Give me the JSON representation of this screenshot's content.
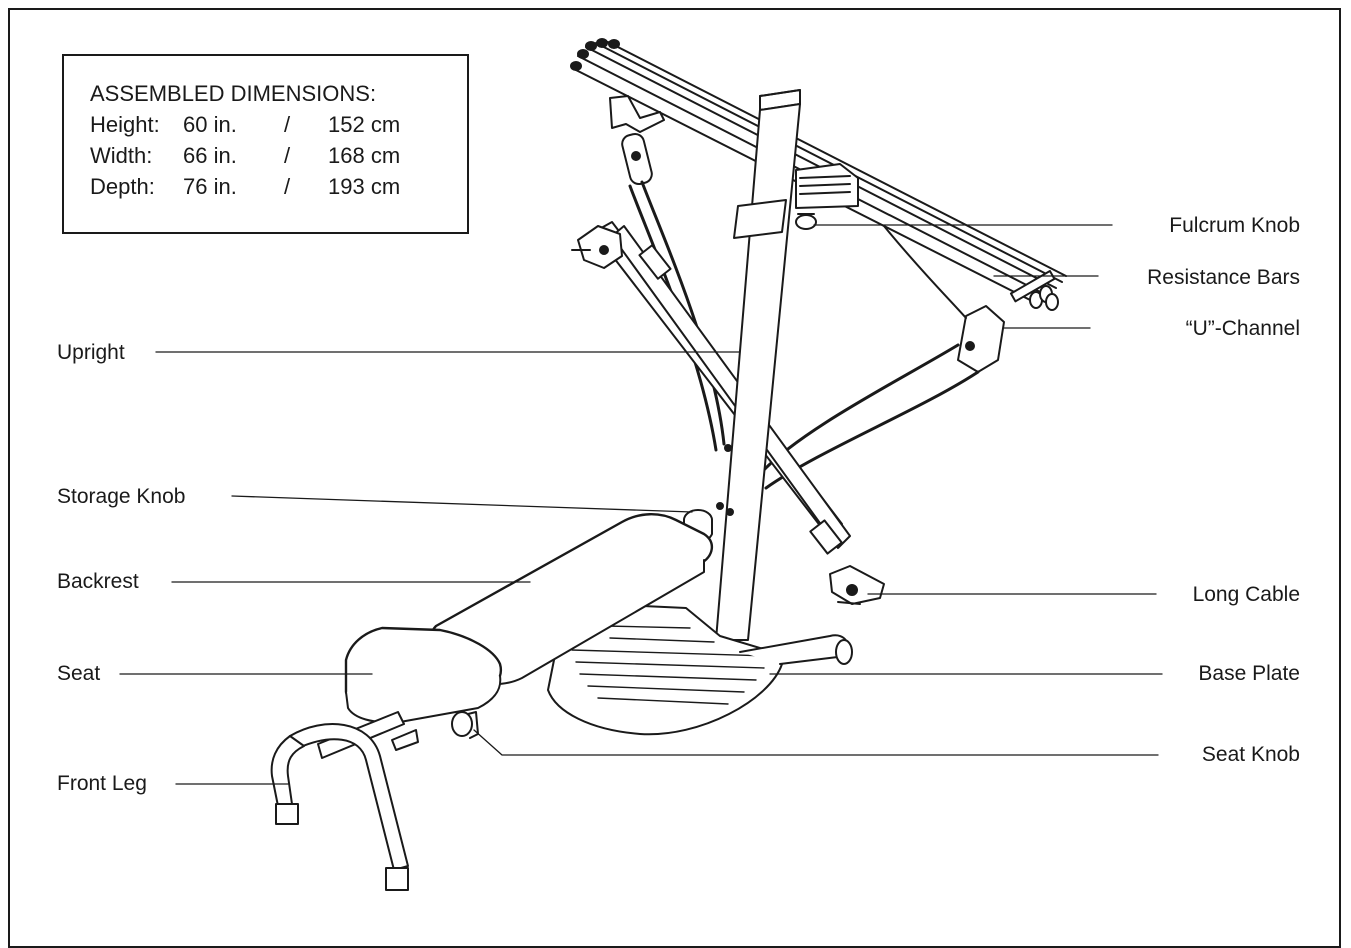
{
  "dimensions": {
    "heading": "ASSEMBLED DIMENSIONS:",
    "rows": [
      {
        "name": "Height:",
        "inches": "60 in.",
        "sep": "/",
        "cm": "152 cm"
      },
      {
        "name": "Width:",
        "inches": "66 in.",
        "sep": "/",
        "cm": "168 cm"
      },
      {
        "name": "Depth:",
        "inches": "76 in.",
        "sep": "/",
        "cm": "193 cm"
      }
    ]
  },
  "labels": {
    "fulcrum_knob": "Fulcrum Knob",
    "resistance_bars": "Resistance Bars",
    "u_channel": "“U”-Channel",
    "upright": "Upright",
    "storage_knob": "Storage Knob",
    "backrest": "Backrest",
    "long_cable": "Long Cable",
    "seat": "Seat",
    "base_plate": "Base Plate",
    "seat_knob": "Seat Knob",
    "front_leg": "Front Leg"
  },
  "colors": {
    "line": "#1a1a1a",
    "fill": "#ffffff",
    "shade": "#d8d8d8"
  }
}
